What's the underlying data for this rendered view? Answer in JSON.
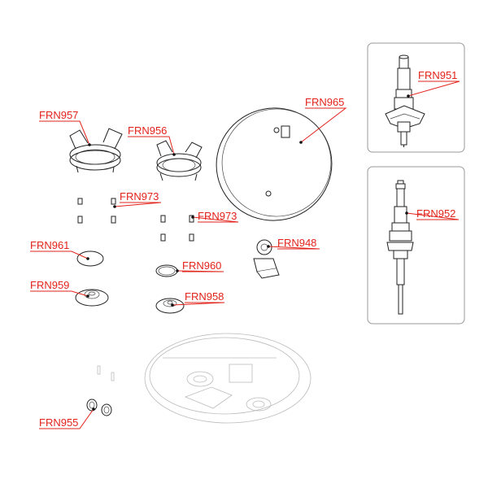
{
  "diagram": {
    "labels": {
      "frn957": "FRN957",
      "frn956": "FRN956",
      "frn965": "FRN965",
      "frn951": "FRN951",
      "frn952": "FRN952",
      "frn973a": "FRN973",
      "frn973b": "FRN973",
      "frn961": "FRN961",
      "frn960": "FRN960",
      "frn948": "FRN948",
      "frn959": "FRN959",
      "frn958": "FRN958",
      "frn955": "FRN955"
    },
    "colors": {
      "label": "#e3231b",
      "line": "#222222",
      "inset_border": "#9a9a9a",
      "faint_part": "#bbbbbb"
    }
  }
}
